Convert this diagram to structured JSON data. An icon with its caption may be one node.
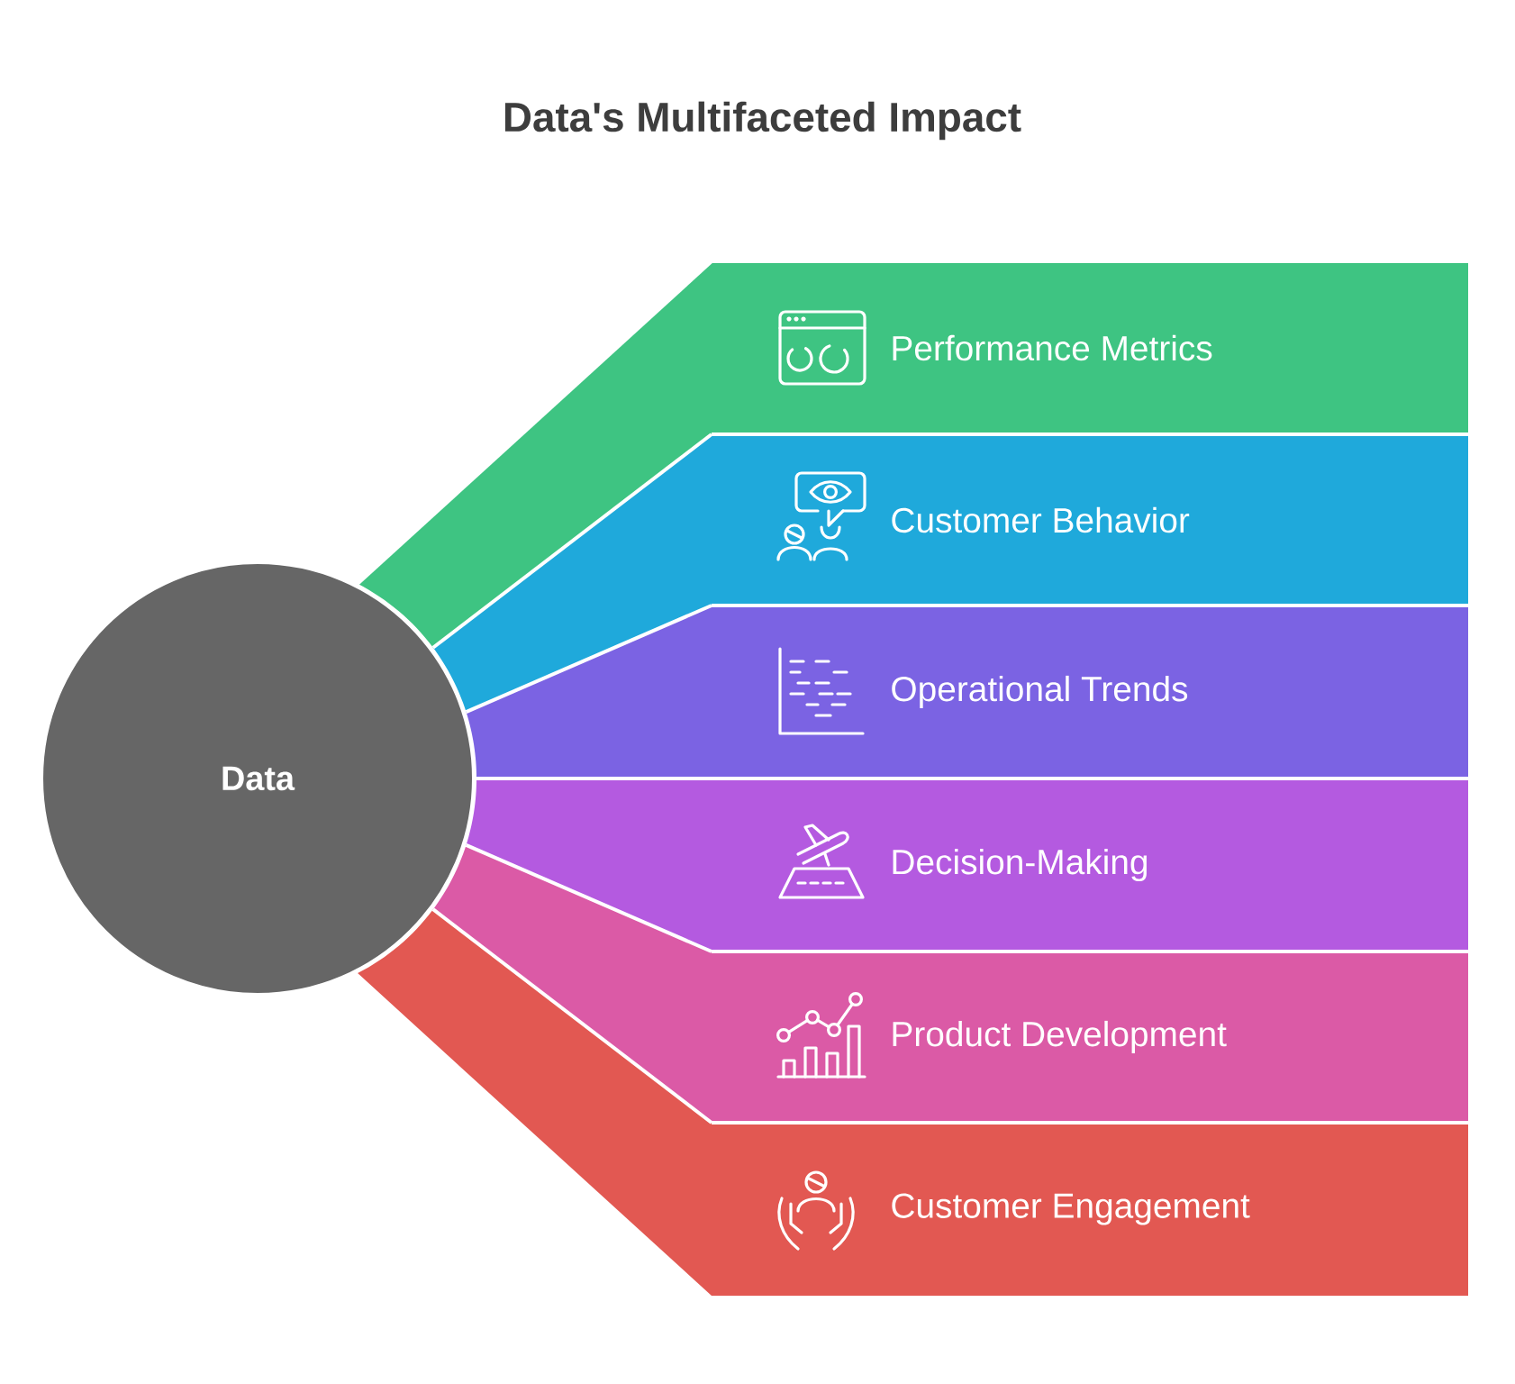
{
  "diagram": {
    "title": "Data's Multifaceted Impact",
    "nodes": [
      {
        "text": [
          "Data"
        ]
      },
      {
        "text": [
          "Performance Metrics"
        ]
      },
      {
        "text": [
          "Customer Behavior"
        ]
      },
      {
        "text": [
          "Operational Trends"
        ]
      },
      {
        "text": [
          "Decision-Making"
        ]
      },
      {
        "text": [
          "Product Development"
        ]
      },
      {
        "text": [
          "Customer Engagement"
        ]
      }
    ]
  }
}
